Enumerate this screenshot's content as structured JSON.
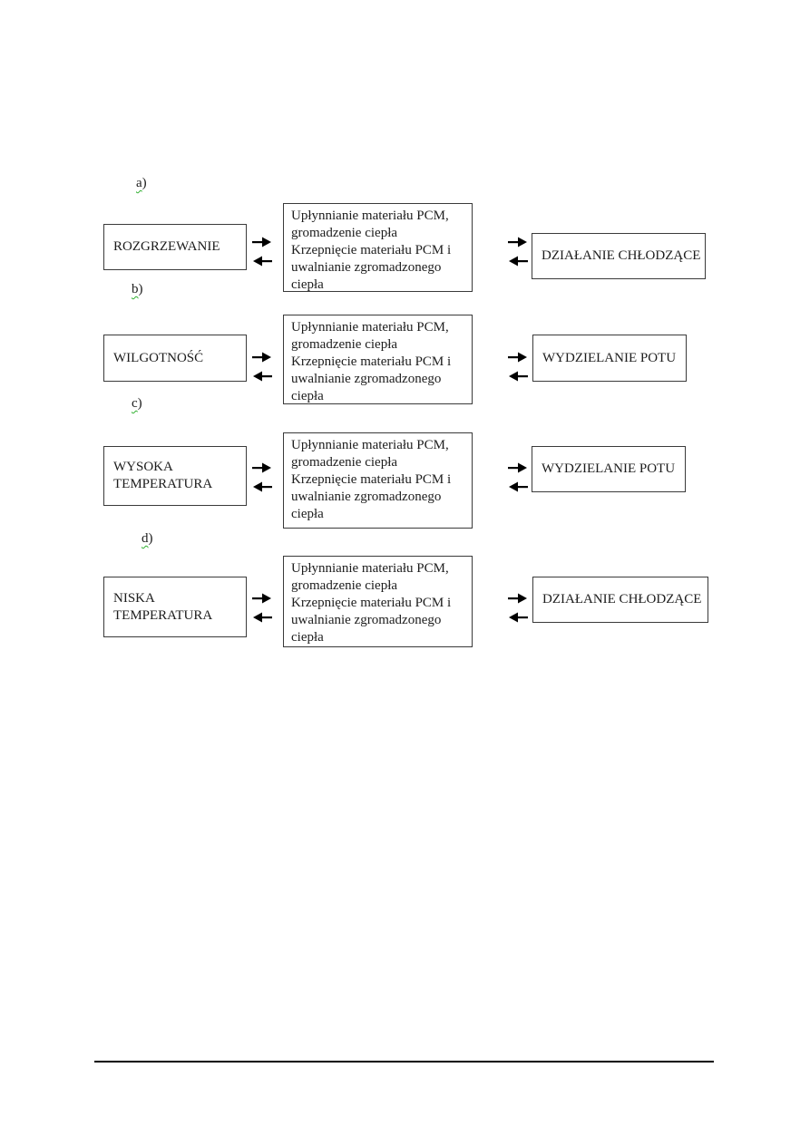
{
  "page": {
    "background_color": "#ffffff",
    "text_color": "#1c1c1c",
    "border_color": "#3a3a3a",
    "arrow_color": "#000000",
    "spellcheck_underline_color": "#2faf2f",
    "footer_rule_color": "#000000"
  },
  "diagram": {
    "middle_text": "Upłynnianie materiału PCM,\ngromadzenie ciepła\nKrzepnięcie materiału PCM i\nuwalnianie zgromadzonego\nciepła",
    "rows": [
      {
        "label_letter": "a",
        "label_paren": ")",
        "left": "ROZGRZEWANIE",
        "middle": "Upłynnianie materiału PCM,\ngromadzenie ciepła\nKrzepnięcie materiału PCM i\nuwalnianie zgromadzonego\nciepła",
        "right": "DZIAŁANIE CHŁODZĄCE"
      },
      {
        "label_letter": "b",
        "label_paren": ")",
        "left": "WILGOTNOŚĆ",
        "middle": "Upłynnianie materiału PCM,\ngromadzenie ciepła\nKrzepnięcie materiału PCM i\nuwalnianie zgromadzonego\nciepła",
        "right": "WYDZIELANIE POTU"
      },
      {
        "label_letter": "c",
        "label_paren": ")",
        "left": "WYSOKA\nTEMPERATURA",
        "middle": "Upłynnianie materiału PCM,\ngromadzenie ciepła\nKrzepnięcie materiału PCM i\nuwalnianie zgromadzonego\nciepła",
        "right": "WYDZIELANIE POTU"
      },
      {
        "label_letter": "d",
        "label_paren": ")",
        "left": "NISKA\nTEMPERATURA",
        "middle": "Upłynnianie materiału PCM,\ngromadzenie ciepła\nKrzepnięcie materiału PCM i\nuwalnianie zgromadzonego\nciepła",
        "right": "DZIAŁANIE CHŁODZĄCE"
      }
    ]
  }
}
